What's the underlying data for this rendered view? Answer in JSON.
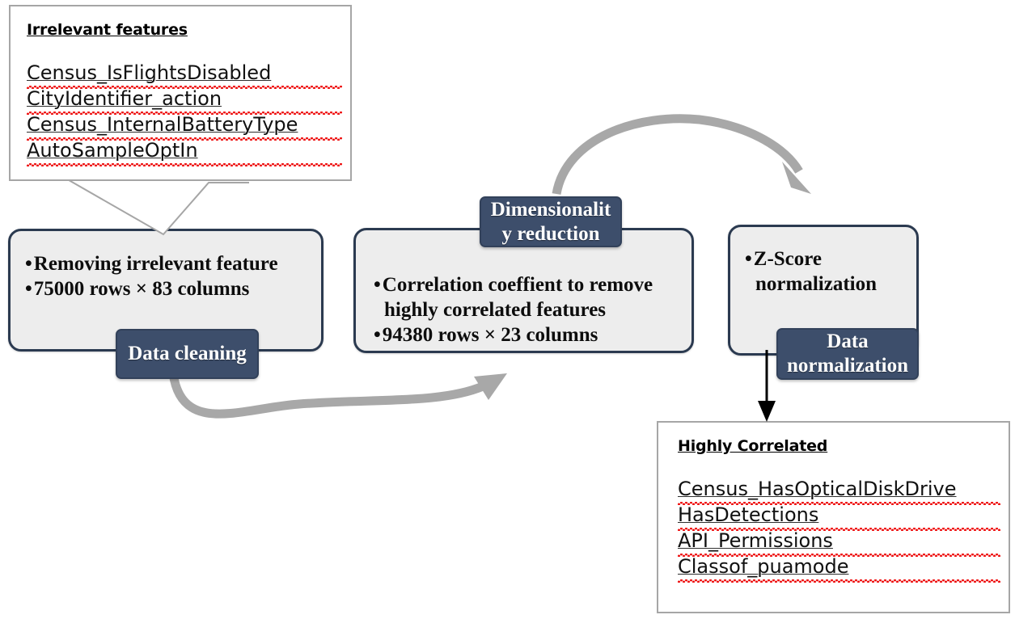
{
  "diagram": {
    "title": "Data preprocessing pipeline flowchart",
    "colors": {
      "badge_fill": "#3d4e6b",
      "process_fill": "#ededed",
      "process_border": "#2b3a50",
      "callout_border": "#a6a6a6",
      "arrow_gray": "#a8a8a8",
      "arrow_black": "#000000",
      "spellcheck_red": "#ee1111"
    },
    "callouts": [
      {
        "name": "irrelevant-features",
        "title": "Irrelevant features",
        "items": [
          "Census_IsFlightsDisabled",
          "CityIdentifier_action",
          "Census_InternalBatteryType",
          "AutoSampleOptIn"
        ]
      },
      {
        "name": "highly-correlated",
        "title": "Highly Correlated",
        "items": [
          "Census_HasOpticalDiskDrive",
          "HasDetections",
          "API_Permissions",
          "Classof_puamode"
        ]
      }
    ],
    "stages": [
      {
        "name": "data-cleaning",
        "badge": "Data cleaning",
        "bullets": [
          "Removing irrelevant feature",
          "75000 rows × 83 columns"
        ]
      },
      {
        "name": "dimensionality-reduction",
        "badge": "Dimensionalit y reduction",
        "badge_line1": "Dimensionalit",
        "badge_line2": "y reduction",
        "bullets": [
          "Correlation coeffient to remove highly correlated features",
          "94380 rows × 23 columns"
        ]
      },
      {
        "name": "data-normalization",
        "badge": "Data normalization",
        "badge_line1": "Data",
        "badge_line2": "normalization",
        "bullets": [
          "Z-Score normalization"
        ]
      }
    ],
    "arrows": [
      {
        "name": "arrow-cleaning-to-reduction",
        "style": "curved-gray",
        "from": "data-cleaning",
        "to": "dimensionality-reduction"
      },
      {
        "name": "arrow-reduction-to-normalization",
        "style": "curved-gray",
        "from": "dimensionality-reduction",
        "to": "data-normalization"
      },
      {
        "name": "arrow-normalization-to-highly-correlated",
        "style": "straight-black",
        "from": "data-normalization",
        "to": "highly-correlated"
      }
    ]
  }
}
